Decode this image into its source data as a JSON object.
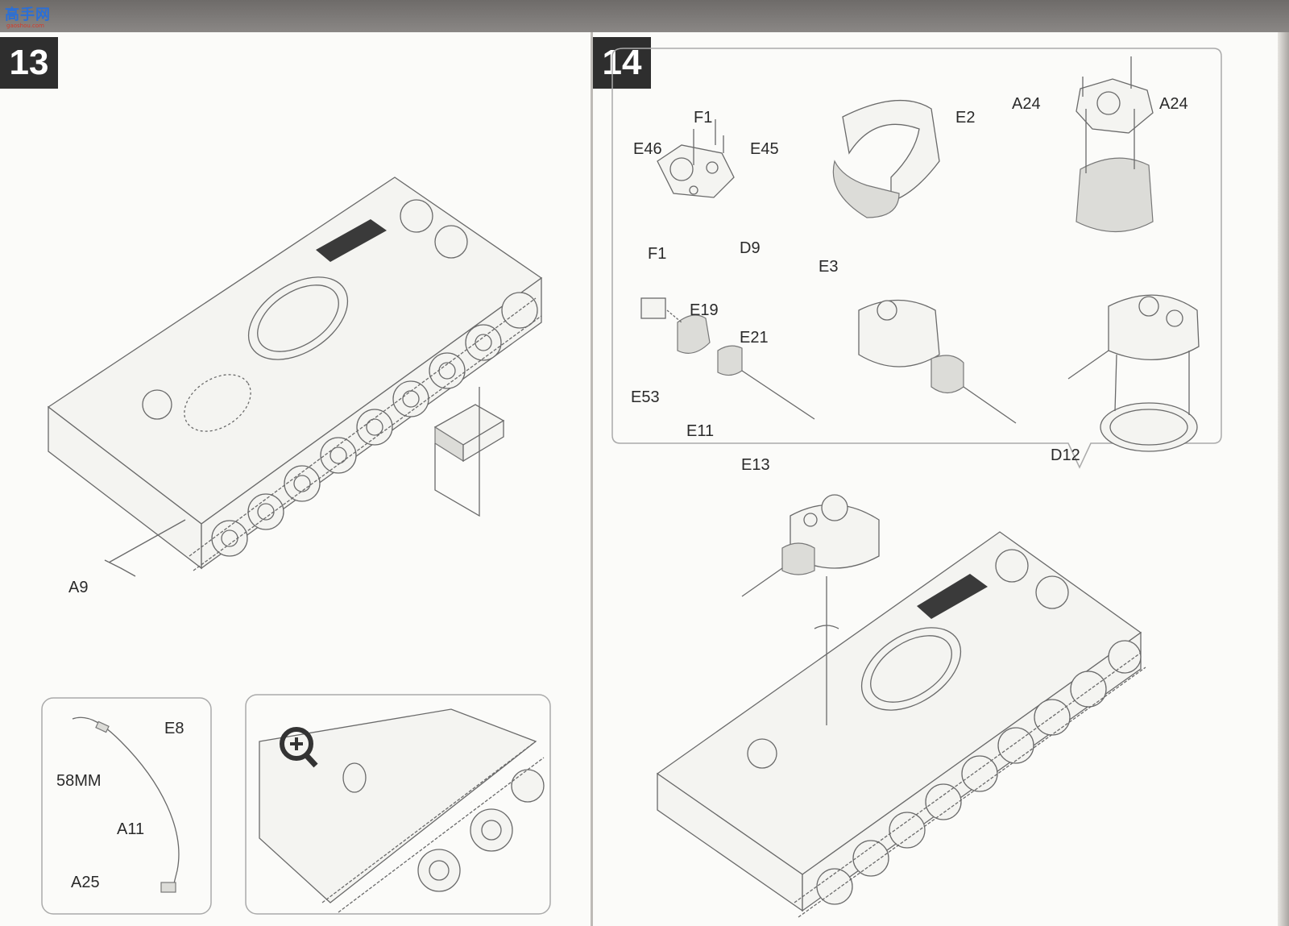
{
  "header": {
    "logo_text": "高手网",
    "logo_url": "gaoshou.com"
  },
  "step13": {
    "number": "13",
    "part_labels": {
      "a9": "A9",
      "e8": "E8",
      "length": "58MM",
      "a11": "A11",
      "a25": "A25"
    },
    "zoom_icon": "magnify-plus-icon"
  },
  "step14": {
    "number": "14",
    "part_labels": {
      "f1_top": "F1",
      "e46": "E46",
      "e45": "E45",
      "f1_bottom": "F1",
      "d9": "D9",
      "e2": "E2",
      "e3": "E3",
      "a24_left": "A24",
      "a24_right": "A24",
      "e19": "E19",
      "e21": "E21",
      "e53": "E53",
      "e11": "E11",
      "e13": "E13",
      "d12": "D12"
    }
  }
}
